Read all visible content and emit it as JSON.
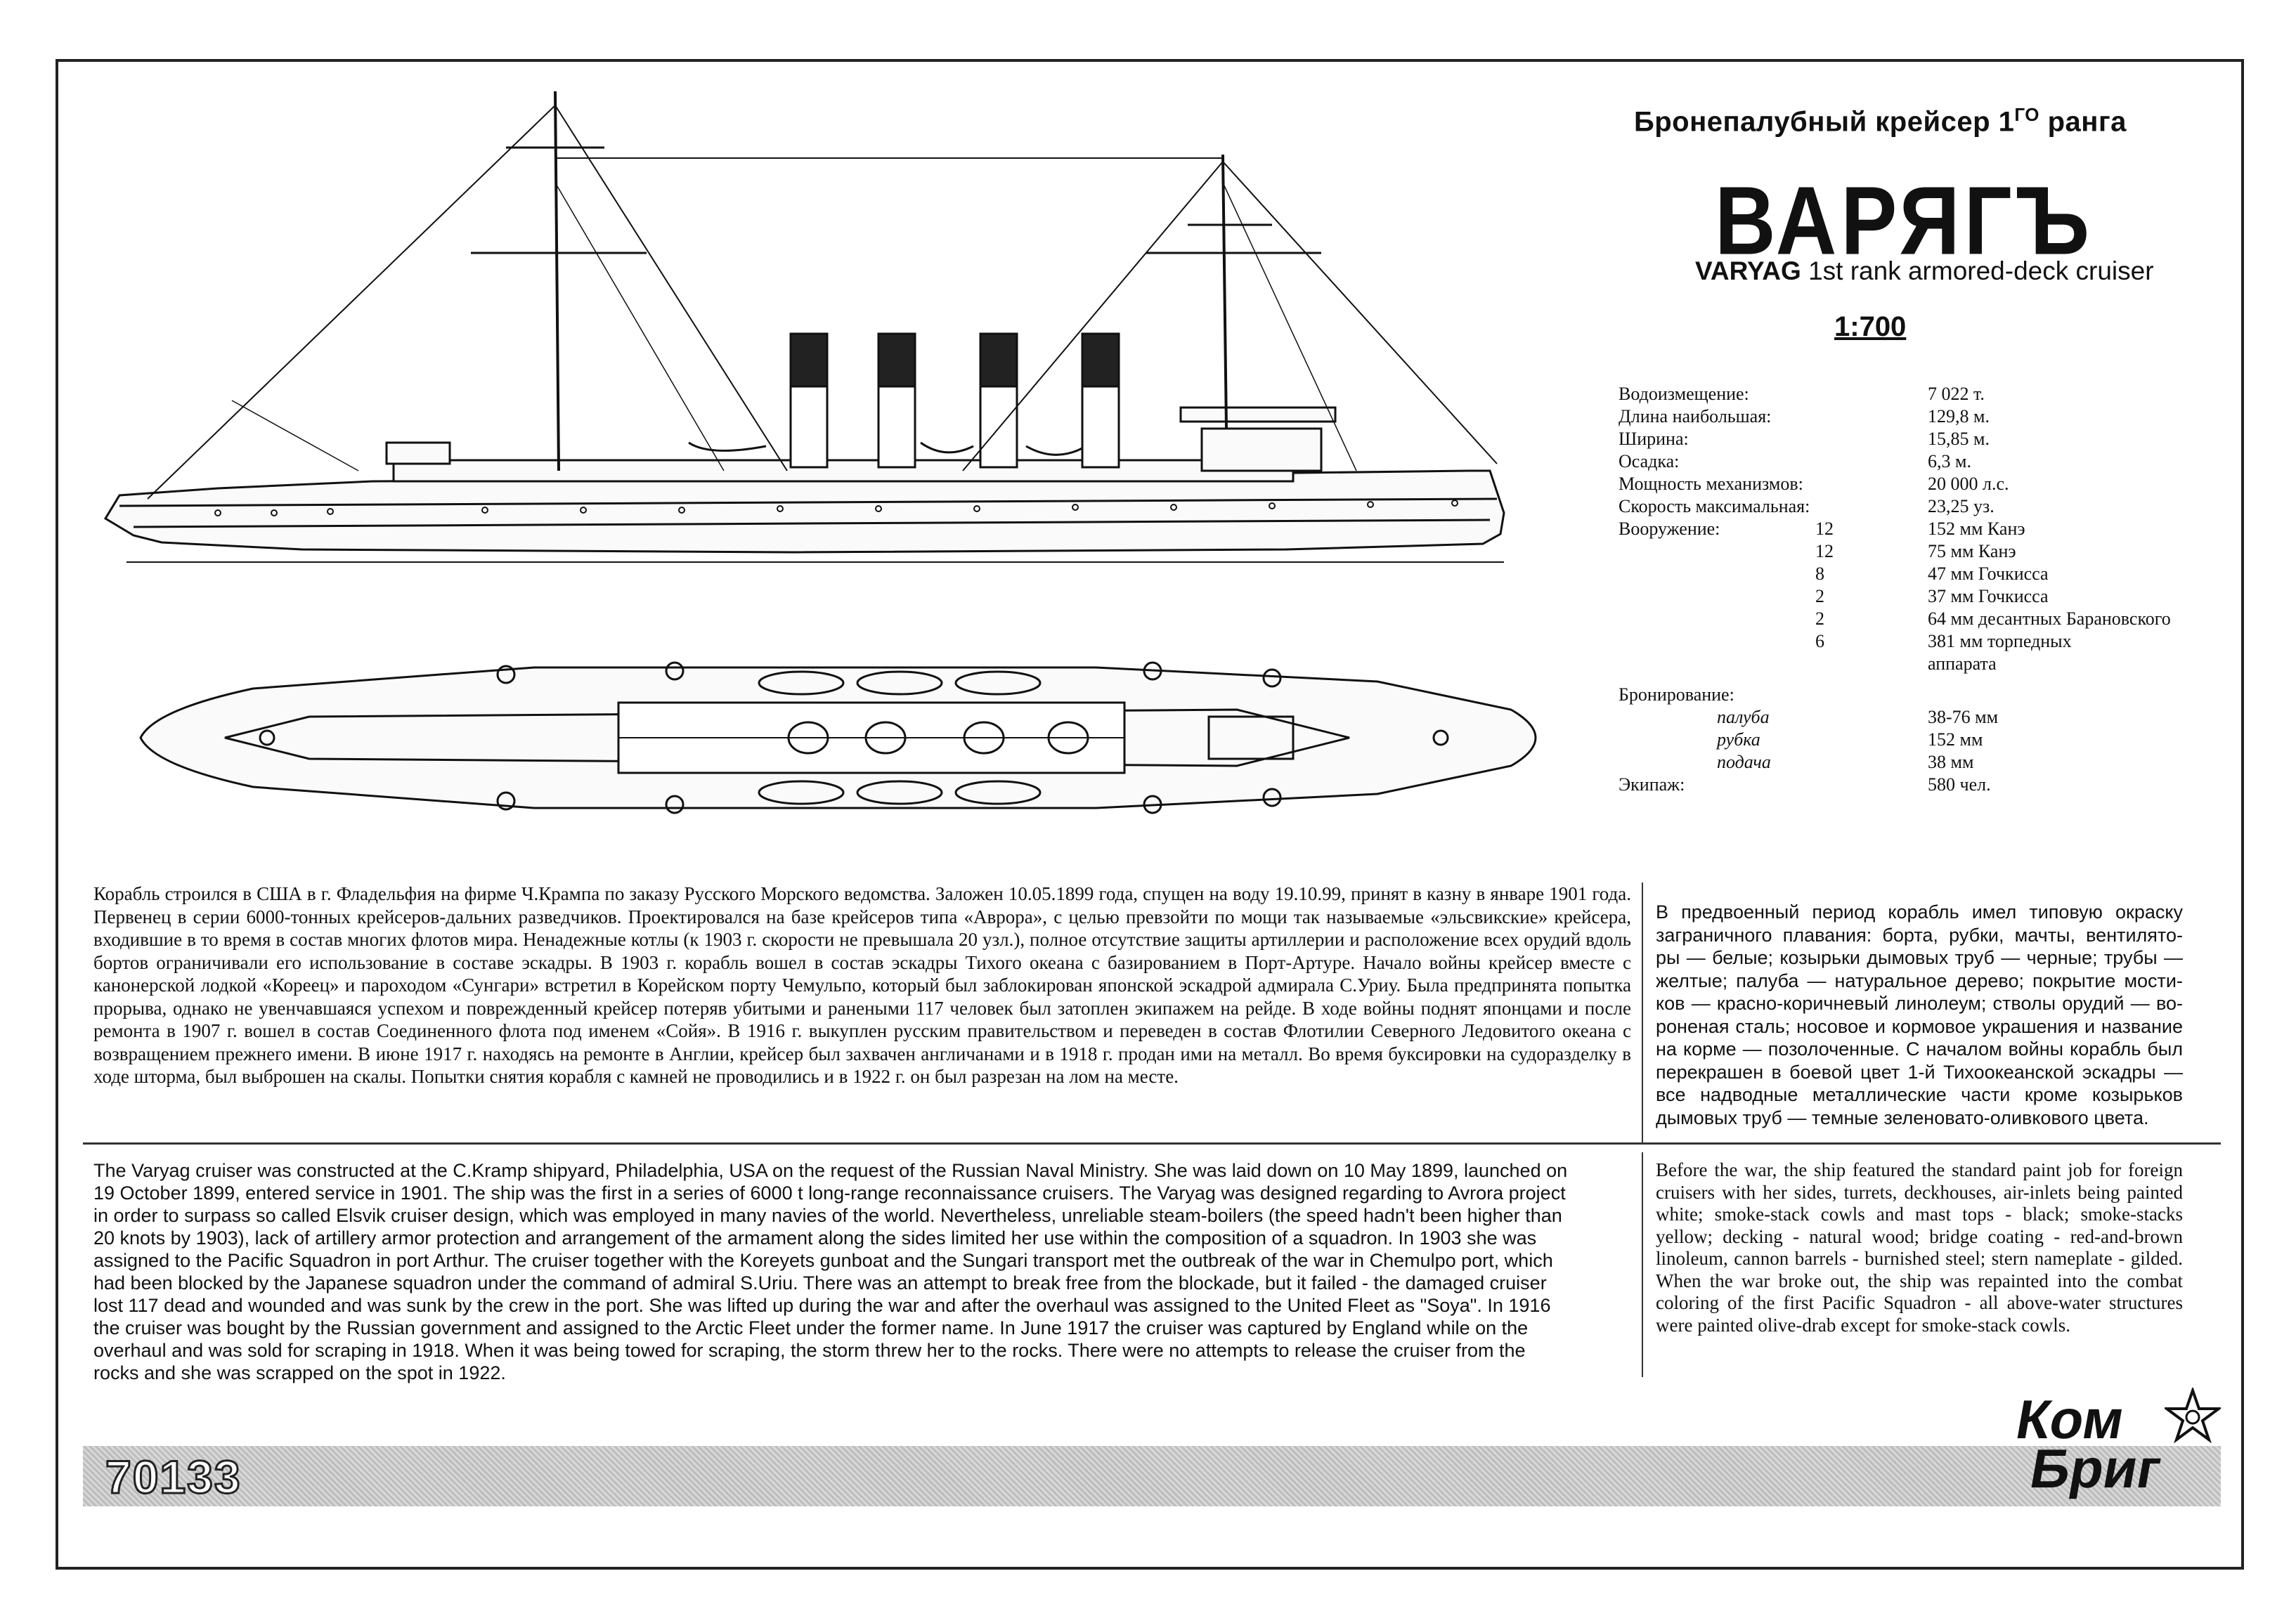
{
  "header": {
    "title_ru_main": "Бронепалубный крейсер 1",
    "title_ru_sup": "ГО",
    "title_ru_tail": " ранга",
    "ship_name": "ВАРЯГЪ",
    "subtitle_bold": "VARYAG",
    "subtitle_rest": " 1st rank armored-deck cruiser",
    "scale": "1:700"
  },
  "specs": {
    "rows": [
      {
        "key": "Водоизмещение:",
        "qty": "",
        "value": "7 022 т."
      },
      {
        "key": "Длина наибольшая:",
        "qty": "",
        "value": "129,8 м."
      },
      {
        "key": "Ширина:",
        "qty": "",
        "value": "15,85 м."
      },
      {
        "key": "Осадка:",
        "qty": "",
        "value": "6,3 м."
      },
      {
        "key": "Мощность механизмов:",
        "qty": "",
        "value": "20 000 л.с."
      },
      {
        "key": "Скорость максимальная:",
        "qty": "",
        "value": "23,25 уз."
      },
      {
        "key": "Вооружение:",
        "qty": "12",
        "value": "152 мм Канэ"
      },
      {
        "key": "",
        "qty": "12",
        "value": "75 мм Канэ"
      },
      {
        "key": "",
        "qty": "8",
        "value": "47 мм Гочкисса"
      },
      {
        "key": "",
        "qty": "2",
        "value": "37 мм Гочкисса"
      },
      {
        "key": "",
        "qty": "2",
        "value": "64 мм десантных Барановского"
      },
      {
        "key": "",
        "qty": "6",
        "value": "381 мм торпедных"
      },
      {
        "key": "",
        "qty": "",
        "value": "аппарата"
      }
    ],
    "armor_label": "Бронирование:",
    "armor": [
      {
        "key": "палуба",
        "value": "38-76 мм"
      },
      {
        "key": "рубка",
        "value": "152 мм"
      },
      {
        "key": "подача",
        "value": "38 мм"
      }
    ],
    "crew_label": "Экипаж:",
    "crew_value": "580 чел."
  },
  "text": {
    "ru_main": "Корабль строился в США в г. Фладельфия на фирме Ч.Крампа по заказу Русского Морского ведомства. Заложен 10.05.1899 года, спущен на воду 19.10.99, принят в казну в январе 1901 года. Первенец в серии 6000-тонных крейсеров-дальних разведчиков. Проектировался на базе крейсеров типа «Аврора», с целью превзойти по мощи так называемые «эльсвикские» крейсера, входившие в то время в состав многих флотов мира. Ненадежные котлы (к 1903 г. скорости не превышала 20 узл.), полное отсутствие защиты артиллерии и расположение всех орудий вдоль бортов ограничивали его использование в составе эскадры. В 1903 г. корабль вошел в состав эскадры Тихого океана с базированием в Порт-Артуре. Начало войны крейсер вместе с канонерской лодкой «Кореец» и пароходом «Сунгари» встретил в Корейском порту Чемульпо, который был заблокирован японской эскадрой адмирала С.Уриу. Была предпринята попытка прорыва, однако не увенчавшаяся успехом и поврежденный крейсер потеряв убитыми и ранеными 117 человек был затоплен экипажем на рейде. В ходе войны поднят японцами и после ремонта в 1907 г. вошел в состав Соединенного флота под именем «Сойя». В 1916 г. выкуплен русским правительством и переведен в состав Флотилии Северного Ледовитого океана с возвращением прежнего имени. В июне 1917 г. находясь на ремонте в Англии, крейсер был захвачен англичанами и в 1918 г. продан ими на металл. Во время буксировки на судоразделку в ходе шторма, был выброшен на скалы. Попытки снятия корабля с камней не проводились и в 1922 г. он был разрезан на лом на месте.",
    "ru_side": "В предвоенный период корабль имел типовую окраску заграничного плавания: борта, рубки, мачты, вентилято- ры — белые; козырьки дымовых труб — черные; трубы — желтые; палуба — натуральное дерево; покрытие мости- ков — красно-коричневый линолеум; стволы орудий — во- роненая сталь; носовое и кормовое украшения и название на корме — позолоченные. С началом войны корабль был перекрашен в боевой цвет 1-й Тихоокеанской эскадры — все надводные металлические части кроме козырьков дымовых труб — темные зеленовато-оливкового цвета.",
    "en_main": "The Varyag cruiser was constructed at the C.Kramp shipyard, Philadelphia, USA on the request of the Russian Naval Ministry. She was laid down on 10 May 1899, launched on 19 October 1899, entered service in 1901. The ship was the first in a series of 6000 t long-range reconnaissance cruisers. The Varyag was designed regarding to Avrora project in order to surpass so called Elsvik cruiser design, which was employed in many navies of the world. Nevertheless, unreliable steam-boilers (the speed hadn't been higher than 20 knots by 1903), lack of artillery armor protection and arrangement of the armament along the sides limited her use within the composition of a squadron. In 1903 she was assigned to the Pacific Squadron in port Arthur. The cruiser together with the Koreyets gunboat and the Sungari transport met the outbreak of the war in Chemulpo port, which had been blocked by the Japanese squadron under the command of admiral S.Uriu. There was an attempt to break free from the blockade, but it failed - the damaged cruiser lost 117 dead and wounded and was sunk by the crew in the port. She was lifted up during the war and after the overhaul was assigned to the United Fleet as \"Soya\". In 1916 the cruiser was bought by the Russian government and assigned to the Arctic Fleet under the former name. In June 1917 the cruiser was captured by England while on the overhaul and was sold for scraping in 1918. When it was being towed for scraping, the storm threw her to the rocks. There were no attempts to release the cruiser from the rocks and she was scrapped on the spot in 1922.",
    "en_side": "Before the war, the ship featured the standard paint job for foreign cruisers with her sides, turrets, deckhouses, air-inlets being painted white; smoke-stack cowls and mast tops - black; smoke-stacks yellow; decking - natural wood; bridge coating - red-and-brown linoleum, cannon barrels - burnished steel; stern nameplate - gilded. When the war broke out, the ship was repainted into the combat coloring of the first Pacific Squadron - all above-water structures were painted olive-drab except for smoke-stack cowls."
  },
  "footer": {
    "code": "70133",
    "logo_line1": "Ком",
    "logo_line2": "Бриг"
  }
}
